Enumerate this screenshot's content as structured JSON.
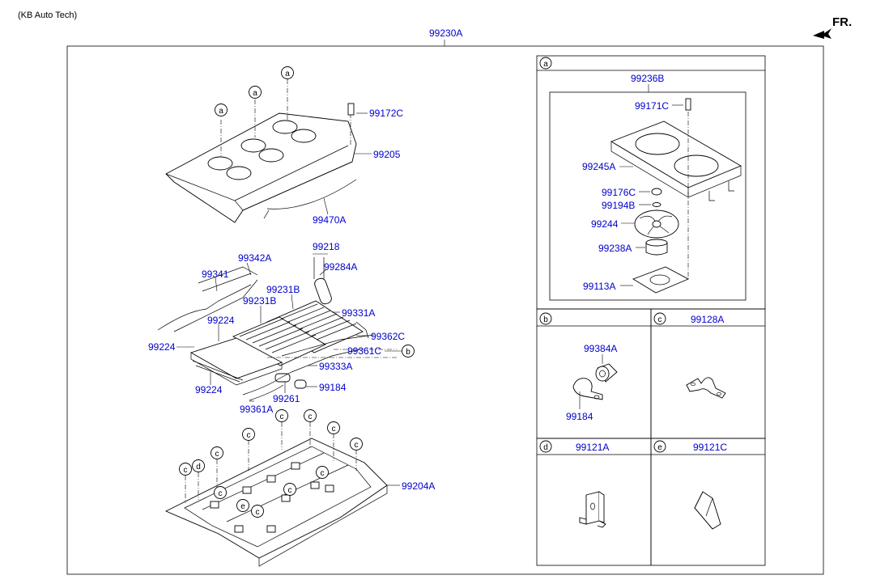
{
  "header": {
    "source": "(KB Auto Tech)",
    "front": "FR."
  },
  "assembly": "99230A",
  "main_labels": {
    "p99172C": "99172C",
    "p99205": "99205",
    "p99470A": "99470A",
    "p99218": "99218",
    "p99284A": "99284A",
    "p99342A": "99342A",
    "p99341": "99341",
    "p99231B_a": "99231B",
    "p99231B_b": "99231B",
    "p99331A": "99331A",
    "p99224_a": "99224",
    "p99224_b": "99224",
    "p99224_c": "99224",
    "p99362C": "99362C",
    "p99361C": "99361C",
    "p99333A": "99333A",
    "p99184": "99184",
    "p99261": "99261",
    "p99361A": "99361A",
    "p99204A": "99204A"
  },
  "callouts": {
    "a": "a",
    "b": "b",
    "c": "c",
    "d": "d",
    "e": "e"
  },
  "detail_a": {
    "title": "99236B",
    "labels": {
      "p99171C": "99171C",
      "p99245A": "99245A",
      "p99176C": "99176C",
      "p99194B": "99194B",
      "p99244": "99244",
      "p99238A": "99238A",
      "p99113A": "99113A"
    }
  },
  "detail_b": {
    "labels": {
      "p99384A": "99384A",
      "p99184": "99184"
    }
  },
  "detail_c": {
    "title": "99128A"
  },
  "detail_d": {
    "title": "99121A"
  },
  "detail_e": {
    "title": "99121C"
  }
}
